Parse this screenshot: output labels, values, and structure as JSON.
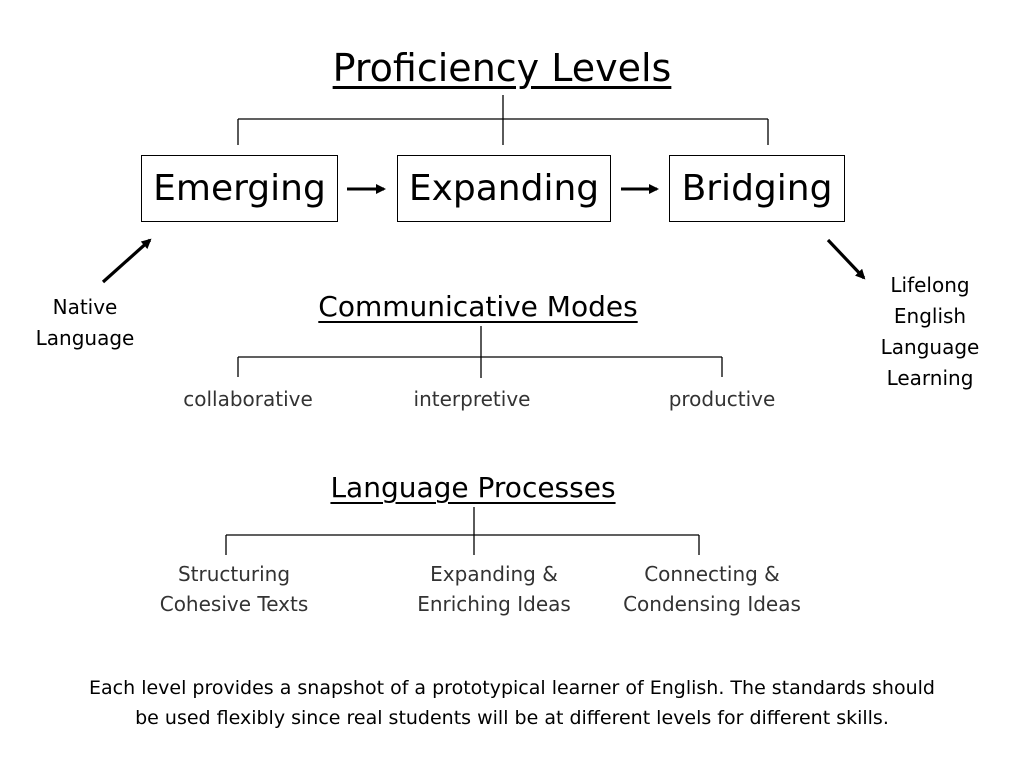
{
  "title": "Proficiency Levels",
  "levels": [
    "Emerging",
    "Expanding",
    "Bridging"
  ],
  "entry_label_lines": [
    "Native",
    "Language"
  ],
  "exit_label_lines": [
    "Lifelong",
    "English",
    "Language",
    "Learning"
  ],
  "communicative_modes": {
    "heading": "Communicative Modes",
    "items": [
      "collaborative",
      "interpretive",
      "productive"
    ]
  },
  "language_processes": {
    "heading": "Language Processes",
    "items": [
      [
        "Structuring",
        "Cohesive Texts"
      ],
      [
        "Expanding &",
        "Enriching Ideas"
      ],
      [
        "Connecting &",
        "Condensing Ideas"
      ]
    ]
  },
  "footer_lines": [
    "Each level provides a snapshot of a prototypical learner of English.  The standards should",
    "be used flexibly since real students will be at different levels for different skills."
  ]
}
